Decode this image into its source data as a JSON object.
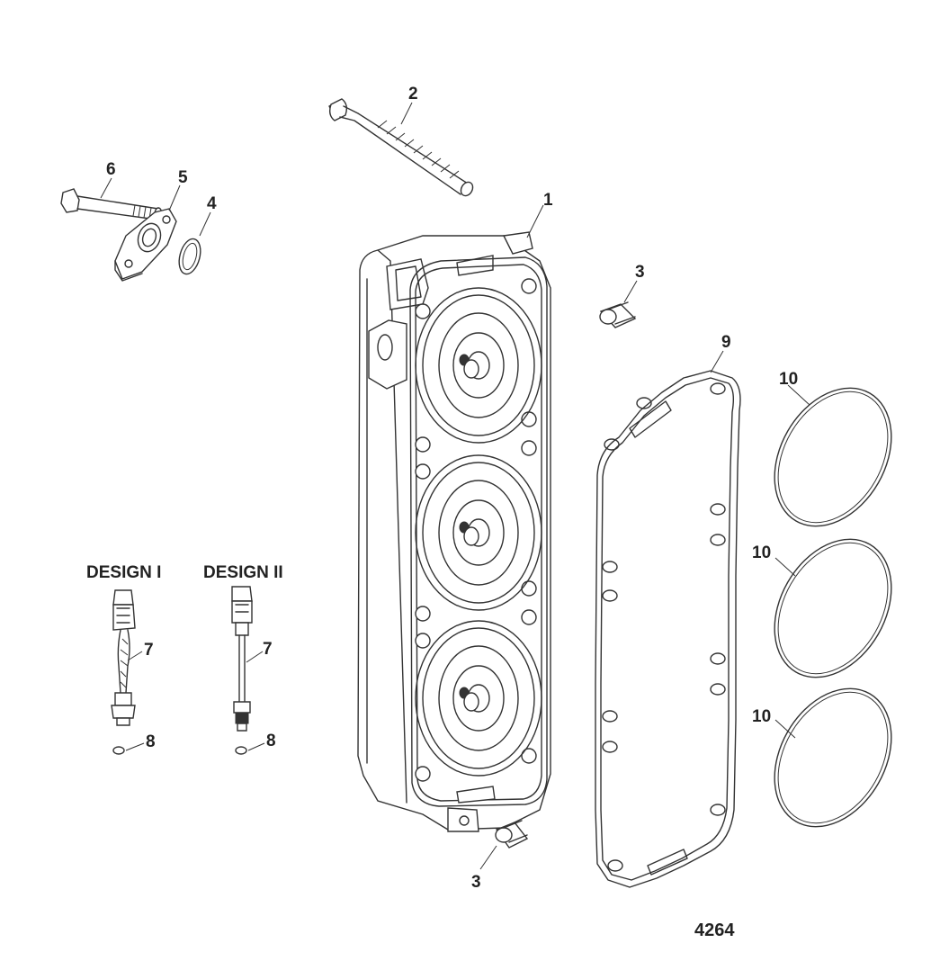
{
  "figure_number": "4264",
  "design_labels": {
    "design_1": "DESIGN I",
    "design_2": "DESIGN II"
  },
  "callouts": {
    "c1": "1",
    "c2": "2",
    "c3_top": "3",
    "c3_bottom": "3",
    "c4": "4",
    "c5": "5",
    "c6": "6",
    "c7_design1": "7",
    "c7_design2": "7",
    "c8_design1": "8",
    "c8_design2": "8",
    "c9": "9",
    "c10_top": "10",
    "c10_middle": "10",
    "c10_bottom": "10"
  }
}
